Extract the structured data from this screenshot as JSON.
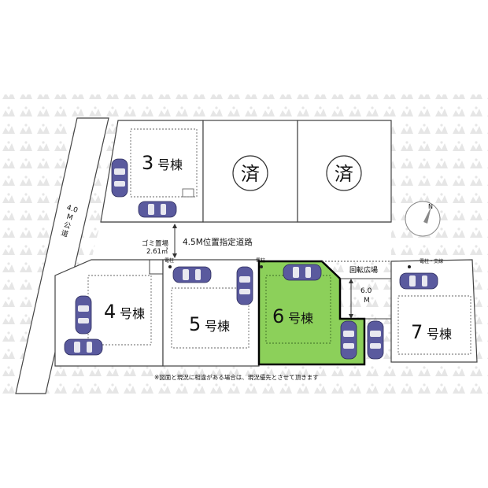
{
  "lots": [
    {
      "id": "3",
      "num": "3",
      "suffix": "号棟",
      "status": "available"
    },
    {
      "id": "4",
      "num": "4",
      "suffix": "号棟",
      "status": "available"
    },
    {
      "id": "5",
      "num": "5",
      "suffix": "号棟",
      "status": "available"
    },
    {
      "id": "6",
      "num": "6",
      "suffix": "号棟",
      "status": "highlighted"
    },
    {
      "id": "7",
      "num": "7",
      "suffix": "号棟",
      "status": "available"
    }
  ],
  "sold_marks": [
    {
      "text": "済"
    },
    {
      "text": "済"
    }
  ],
  "roads": {
    "public_width": "4.0",
    "public_unit": "M",
    "public_kind_1": "公",
    "public_kind_2": "道",
    "private_road": "4.5M位置指定道路",
    "turnaround": "回転広場",
    "turnaround_width": "6.0",
    "turnaround_unit": "M"
  },
  "garbage": {
    "label": "ゴミ置場",
    "area": "2.61㎡"
  },
  "poles": {
    "pole_1": "電柱",
    "pole_2": "電柱",
    "pole_branch": "電柱・支線"
  },
  "compass": {
    "north": "N"
  },
  "note": "※図面と現況に相違がある場合は、現況優先とさせて頂きます",
  "colors": {
    "highlight_fill": "#8cd05a",
    "highlight_stroke": "#000000",
    "car_body": "#5a5a9e",
    "car_window": "#e8e8f0",
    "watermark": "#ededed",
    "lot_line": "#555555"
  }
}
